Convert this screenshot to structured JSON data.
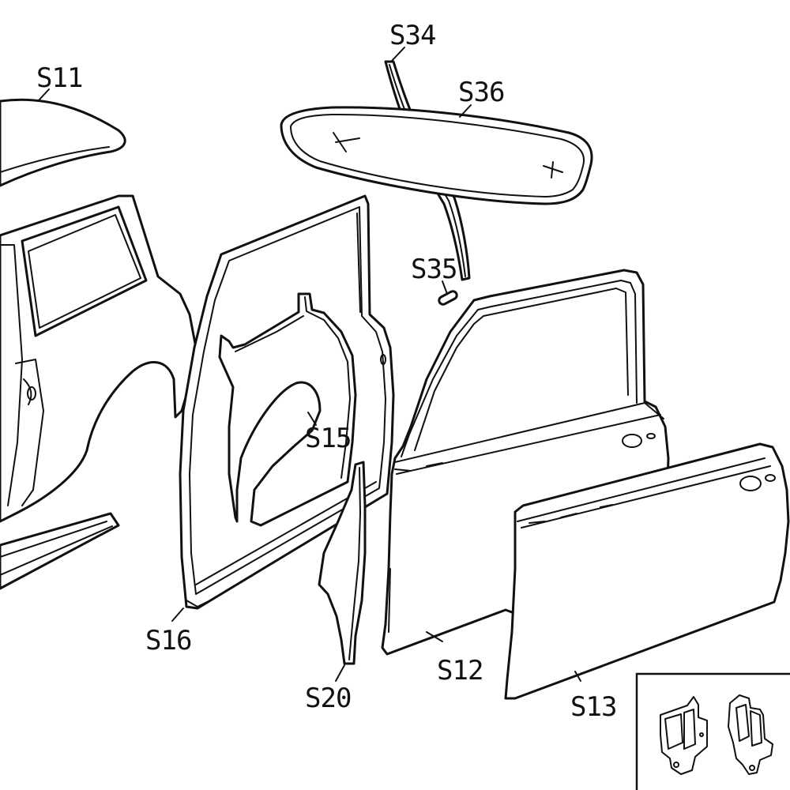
{
  "labels": {
    "s11": "S11",
    "s34": "S34",
    "s36": "S36",
    "s35": "S35",
    "s15": "S15",
    "s16": "S16",
    "s20": "S20",
    "s12": "S12",
    "s13": "S13"
  },
  "colors": {
    "line": "#111111",
    "background": "#ffffff"
  }
}
